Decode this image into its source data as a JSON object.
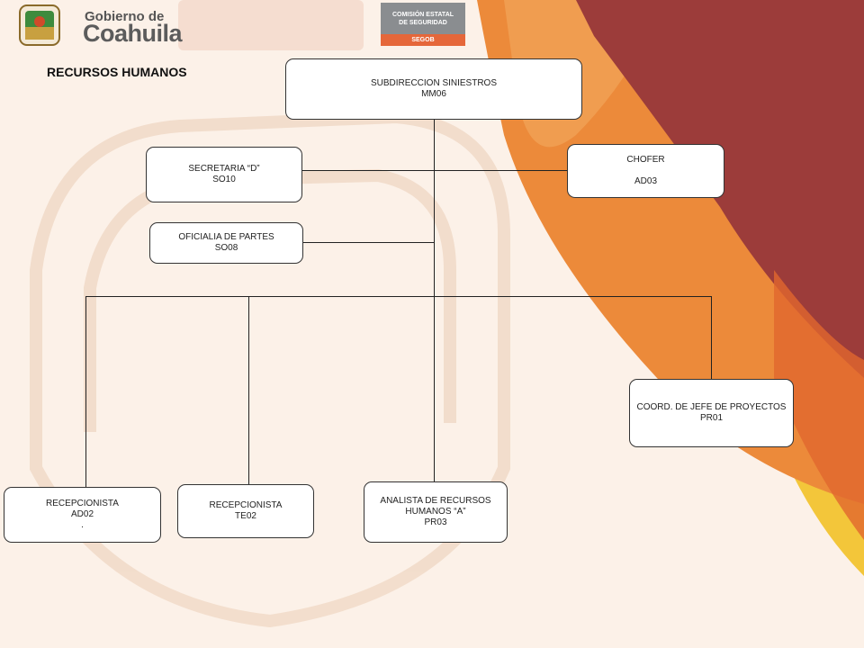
{
  "header": {
    "logo_line1": "Gobierno de",
    "logo_line2": "Coahuila",
    "seg_line1": "COMISIÓN ESTATAL",
    "seg_line2": "DE SEGURIDAD",
    "seg_bottom": "SEGOB"
  },
  "title": "RECURSOS HUMANOS",
  "nodes": {
    "subdireccion": {
      "line1": "SUBDIRECCION SINIESTROS",
      "line2": "MM06"
    },
    "secretaria": {
      "line1": "SECRETARIA “D”",
      "line2": "SO10"
    },
    "chofer": {
      "line1": "CHOFER",
      "line2": "",
      "line3": "AD03"
    },
    "oficialia": {
      "line1": "OFICIALIA DE PARTES",
      "line2": "SO08"
    },
    "coord": {
      "line1": "COORD. DE JEFE DE PROYECTOS",
      "line2": "PR01"
    },
    "recep_ad02": {
      "line1": "RECEPCIONISTA",
      "line2": "AD02",
      "line3": "."
    },
    "recep_te02": {
      "line1": "RECEPCIONISTA",
      "line2": "TE02"
    },
    "analista": {
      "line1": "ANALISTA DE RECURSOS",
      "line2": "HUMANOS “A”",
      "line3": "PR03"
    }
  },
  "colors": {
    "background": "#fbeee4",
    "orange": "#e8742f",
    "yellow": "#f2c033",
    "maroon": "#9b3a3a",
    "segob_orange": "#e5673a",
    "segob_gray": "#8a8d90"
  }
}
